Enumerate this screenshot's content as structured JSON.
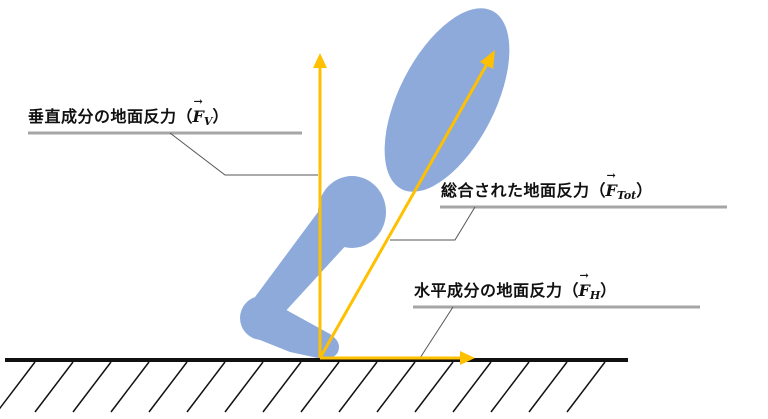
{
  "labels": {
    "vertical": {
      "text": "垂直成分の地面反力",
      "symbol": "F",
      "subscript": "V",
      "open_paren": "（",
      "close_paren": "）"
    },
    "total": {
      "text": "総合された地面反力",
      "symbol": "F",
      "subscript": "Tot",
      "open_paren": "（",
      "close_paren": "）"
    },
    "horizontal": {
      "text": "水平成分の地面反力",
      "symbol": "F",
      "subscript": "H",
      "open_paren": "（",
      "close_paren": "）"
    }
  },
  "colors": {
    "leg": "#8eaadb",
    "arrow": "#ffc000",
    "ground": "#111111",
    "label_line": "#a6a6a6",
    "leader": "#555555"
  }
}
